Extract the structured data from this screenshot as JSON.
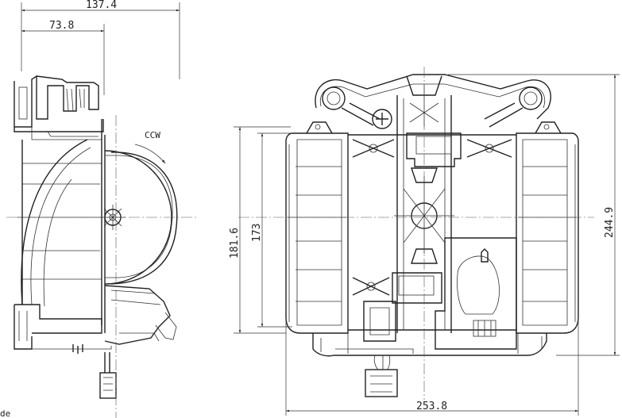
{
  "drawing": {
    "dimensions": {
      "overall_depth": "137.4",
      "partial_depth": "73.8",
      "height_outer": "181.6",
      "height_inner": "173",
      "height_total": "244.9",
      "width_total": "253.8"
    },
    "rotation_label": "CCW",
    "corner_fragment": "de"
  }
}
